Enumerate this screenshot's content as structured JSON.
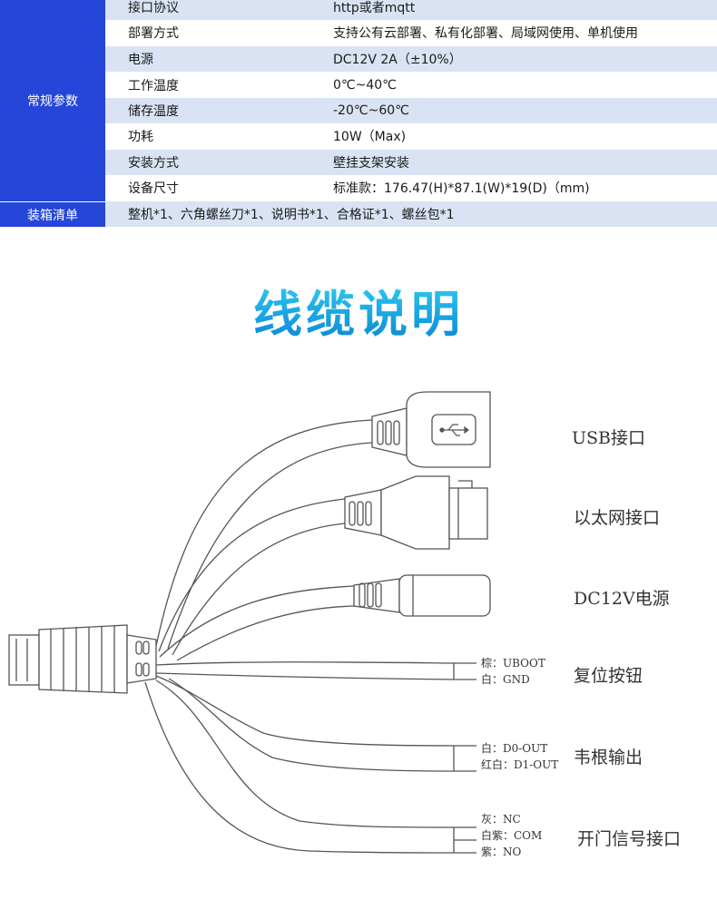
{
  "spec": {
    "categories": [
      {
        "label": "常规参数"
      },
      {
        "label": "装箱清单"
      }
    ],
    "rows": [
      {
        "key": "接口协议",
        "value": "http或者mqtt"
      },
      {
        "key": "部署方式",
        "value": "支持公有云部署、私有化部署、局域网使用、单机使用"
      },
      {
        "key": "电源",
        "value": "DC12V 2A（±10%）"
      },
      {
        "key": "工作温度",
        "value": "0℃~40℃"
      },
      {
        "key": "储存温度",
        "value": "-20℃~60℃"
      },
      {
        "key": "功耗",
        "value": "10W（Max)"
      },
      {
        "key": "安装方式",
        "value": "壁挂支架安装"
      },
      {
        "key": "设备尺寸",
        "value": "标准款：176.47(H)*87.1(W)*19(D)（mm)"
      }
    ],
    "packing": "整机*1、六角螺丝刀*1、说明书*1、合格证*1、螺丝包*1"
  },
  "section_title": "线缆说明",
  "cables": [
    {
      "name": "USB接口"
    },
    {
      "name": "以太网接口"
    },
    {
      "name": "DC12V电源"
    },
    {
      "name": "复位按钮",
      "wires": [
        "棕：UBOOT",
        "白：GND"
      ]
    },
    {
      "name": "韦根输出",
      "wires": [
        "白：D0-OUT",
        "红白：D1-OUT"
      ]
    },
    {
      "name": "开门信号接口",
      "wires": [
        "灰：NC",
        "白紫：COM",
        "紫：NO"
      ]
    }
  ],
  "colors": {
    "accent": "#2546d8",
    "row_shade": "#d9e3f3",
    "title_gradient_top": "#35d4f2",
    "title_gradient_bottom": "#0e84d1"
  },
  "icons": [
    "usb-icon"
  ]
}
